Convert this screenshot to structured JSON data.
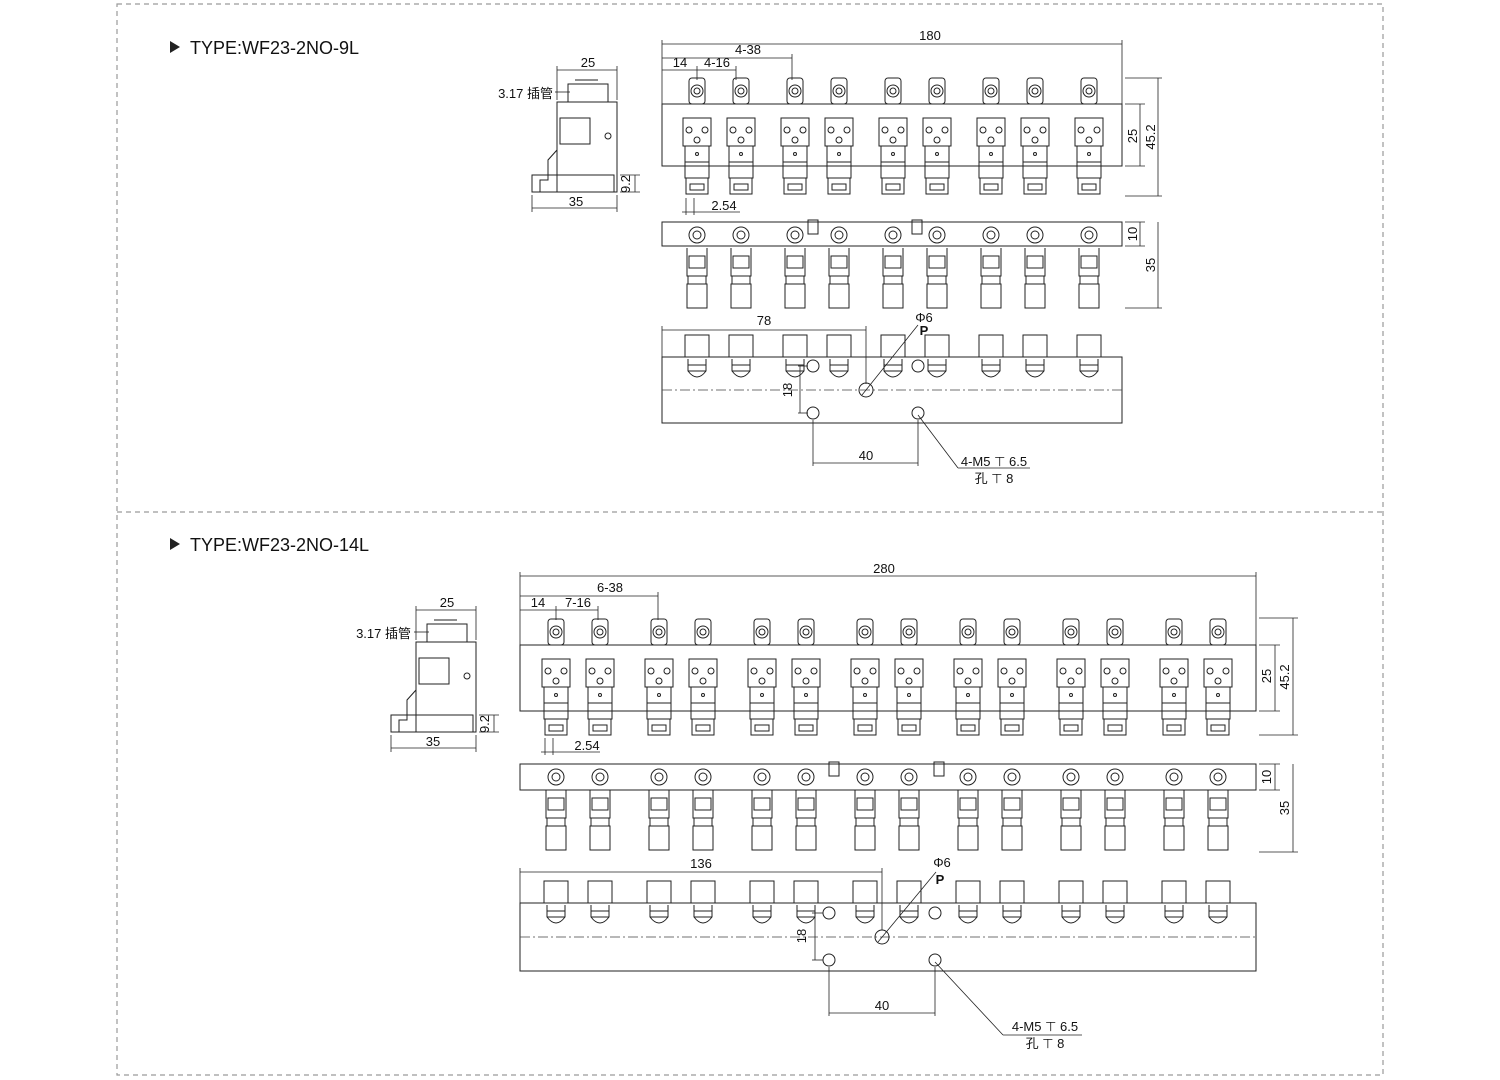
{
  "colors": {
    "line": "#222222",
    "frame": "#9a9a9a",
    "background": "#ffffff"
  },
  "sections": [
    {
      "title": "TYPE:WF23-2NO-9L",
      "side_view": {
        "width_top": "25",
        "width_bottom": "35",
        "height": "9.2",
        "tube": "3.17 插管"
      },
      "top_view": {
        "total": "180",
        "first": "14",
        "pitch_small": "4-16",
        "pitch_large": "4-38",
        "height_inner": "25",
        "height_outer": "45.2",
        "pin": "2.54"
      },
      "front_view": {
        "thickness": "10",
        "height": "35"
      },
      "bottom_view": {
        "offset": "78",
        "port": "Φ6",
        "port_label": "P",
        "hole_vertical": "18",
        "hole_horizontal": "40",
        "thread": "4-M5 ⊤ 6.5",
        "hole_depth": "孔 ⊤ 8"
      },
      "valve_count": 9
    },
    {
      "title": "TYPE:WF23-2NO-14L",
      "side_view": {
        "width_top": "25",
        "width_bottom": "35",
        "height": "9.2",
        "tube": "3.17 插管"
      },
      "top_view": {
        "total": "280",
        "first": "14",
        "pitch_small": "7-16",
        "pitch_large": "6-38",
        "height_inner": "25",
        "height_outer": "45.2",
        "pin": "2.54"
      },
      "front_view": {
        "thickness": "10",
        "height": "35"
      },
      "bottom_view": {
        "offset": "136",
        "port": "Φ6",
        "port_label": "P",
        "hole_vertical": "18",
        "hole_horizontal": "40",
        "thread": "4-M5 ⊤ 6.5",
        "hole_depth": "孔 ⊤ 8"
      },
      "valve_count": 14
    }
  ]
}
